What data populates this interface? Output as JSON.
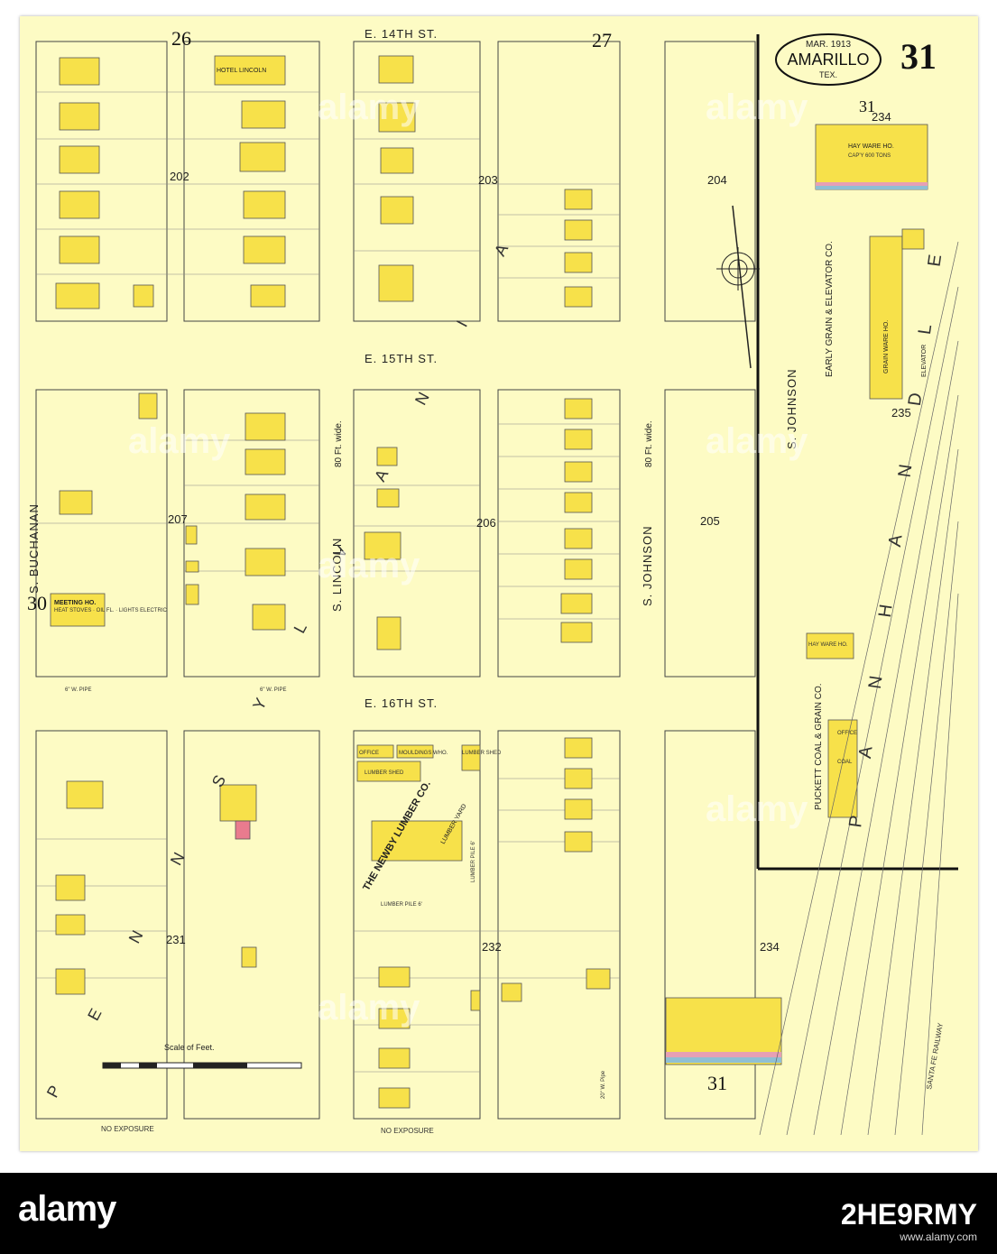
{
  "header": {
    "date": "MAR. 1913",
    "city": "AMARILLO",
    "state": "TEX.",
    "sheet_number": "31"
  },
  "sheet_refs": {
    "top_left": "26",
    "top_mid": "27",
    "left_mid": "30",
    "top_right": "31",
    "bottom_right": "31"
  },
  "streets": {
    "e14": "E. 14TH  ST.",
    "e15": "E. 15TH  ST.",
    "e16": "E. 16TH  ST.",
    "buchanan": "S. BUCHANAN",
    "lincoln": "S. LINCOLN",
    "johnson_mid": "S. JOHNSON",
    "johnson_right": "S. JOHNSON",
    "wide_1": "80 Ft. wide.",
    "wide_2": "80 Ft. wide."
  },
  "block_numbers": [
    "202",
    "203",
    "204",
    "207",
    "206",
    "205",
    "231",
    "232",
    "234",
    "235",
    "234"
  ],
  "labels": {
    "hotel": "HOTEL LINCOLN",
    "meeting": "MEETING HO.",
    "meeting_note": "HEAT STOVES · OIL FL. · LIGHTS ELECTRIC",
    "hay1": "HAY WARE HO.",
    "hay1_note": "CAP'Y 600 TONS",
    "hay2": "HAY WARE HO.",
    "early_grain": "EARLY GRAIN & ELEVATOR CO.",
    "grain_ware": "GRAIN WARE HO.",
    "elevator": "ELEVATOR",
    "puckett": "PUCKETT COAL & GRAIN CO.",
    "office": "OFFICE",
    "coal": "COAL",
    "newby": "THE NEWBY LUMBER CO.",
    "lumber_yard": "LUMBER YARD",
    "lumber_shed": "LUMBER SHED",
    "lumber_pile1": "LUMBER PILE 6'",
    "lumber_pile2": "LUMBER PILE 6'",
    "lumber_office": "OFFICE",
    "mouldings": "MOULDINGS WHO.",
    "lumber_shed2": "LUMBER SHED",
    "scale": "Scale of Feet.",
    "no_exposure": "NO EXPOSURE",
    "no_exposure2": "NO EXPOSURE",
    "water_pipe": "6\" W. PIPE",
    "water_pipe2": "6\" W. PIPE",
    "pipe_note": "20\" W. Pipe"
  },
  "railroad_letters": {
    "panhandle": "P A N H A N D L E",
    "pennsylvania": "P E N N S Y L V A N I A",
    "santa_fe": "SANTA FE RAILWAY"
  },
  "footer": {
    "logo": "alamy",
    "image_id": "2HE9RMY",
    "url": "www.alamy.com"
  },
  "watermark": "alamy"
}
